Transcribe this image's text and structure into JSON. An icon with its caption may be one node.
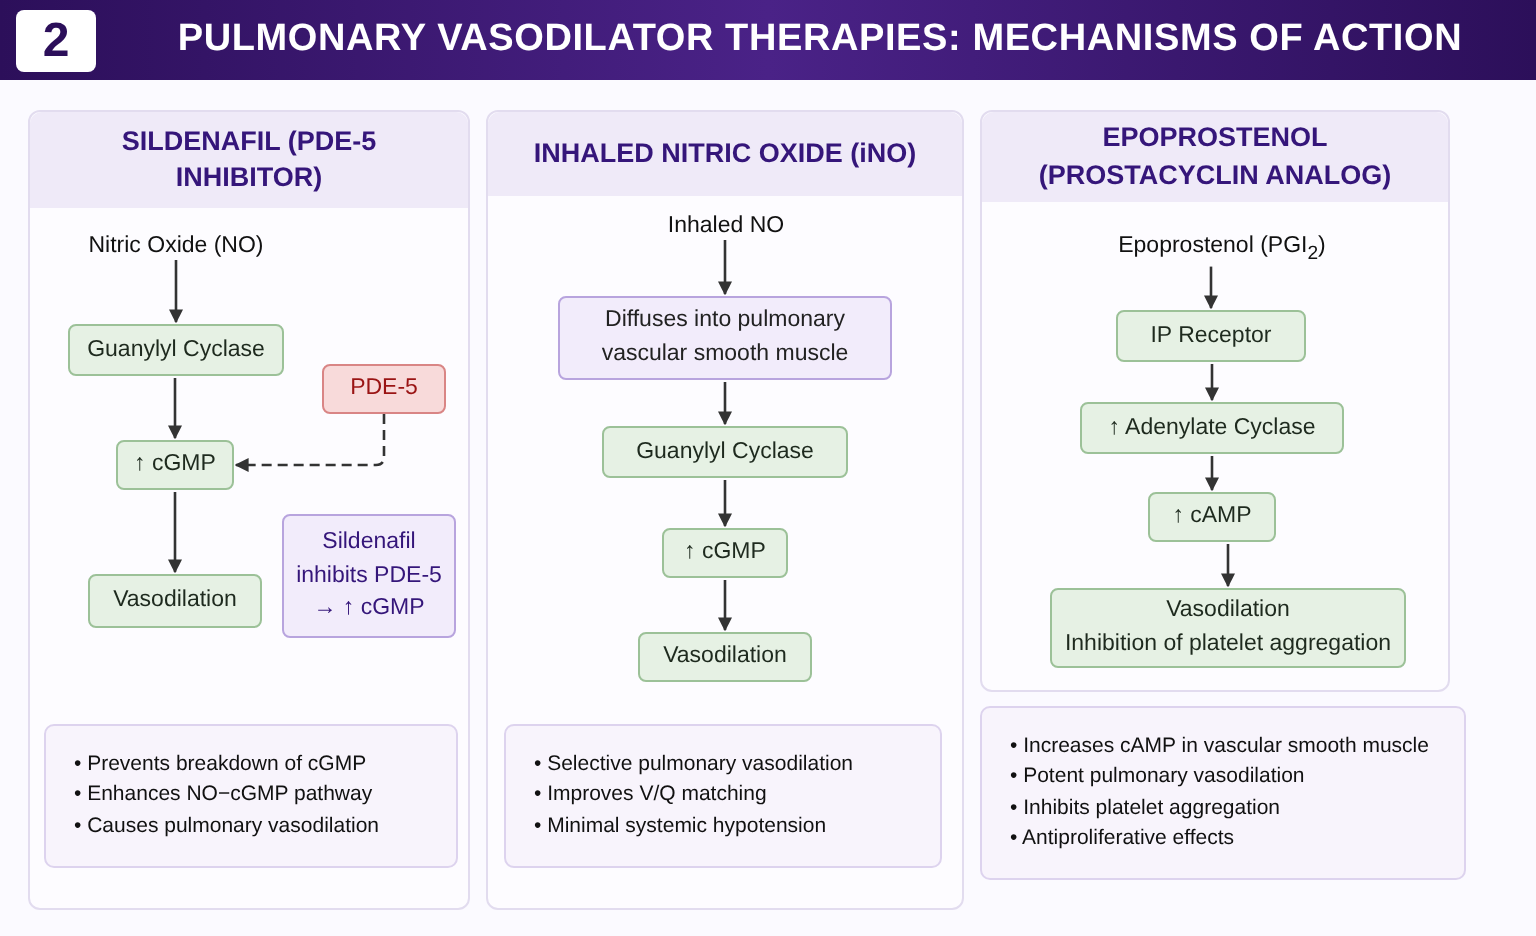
{
  "diagram": {
    "title": "PULMONARY VASODILATOR THERAPIES: MECHANISMS OF ACTION",
    "nodes": [
      {
        "text": [
          "2"
        ]
      },
      {
        "text": [
          "SILDENAFIL (PDE-5 INHIBITOR)"
        ]
      },
      {
        "text": [
          "Nitric Oxide (NO)"
        ],
        "in": 1
      },
      {
        "text": [
          "Guanylyl Cyclase"
        ],
        "in": 1
      },
      {
        "text": [
          "PDE-5"
        ],
        "in": 1
      },
      {
        "text": [
          "↑ cGMP"
        ],
        "in": 1
      },
      {
        "text": [
          "Sildenafil inhibits PDE-5 → ↑ cGMP"
        ],
        "in": 1
      },
      {
        "text": [
          "Vasodilation"
        ],
        "in": 1
      },
      {
        "text": [
          "• Prevents breakdown of cGMP",
          "• Enhances NO−cGMP pathway",
          "• Causes pulmonary vasodilation"
        ],
        "in": 1
      },
      {
        "text": [
          "INHALED NITRIC OXIDE (iNO)"
        ]
      },
      {
        "text": [
          "Inhaled NO"
        ],
        "in": 9
      },
      {
        "text": [
          "Diffuses into pulmonary vascular smooth muscle"
        ],
        "in": 9
      },
      {
        "text": [
          "Guanylyl Cyclase"
        ],
        "in": 9
      },
      {
        "text": [
          "↑ cGMP"
        ],
        "in": 9
      },
      {
        "text": [
          "Vasodilation"
        ],
        "in": 9
      },
      {
        "text": [
          "• Selective pulmonary vasodilation",
          "• Improves V/Q matching",
          "• Minimal systemic hypotension"
        ],
        "in": 9
      },
      {
        "text": [
          "EPOPROSTENOL (PROSTACYCLIN ANALOG)"
        ]
      },
      {
        "text": [
          "Epoprostenol (PGI$_{2}$)"
        ],
        "in": 16
      },
      {
        "text": [
          "IP Receptor"
        ],
        "in": 16
      },
      {
        "text": [
          "↑ Adenylate Cyclase"
        ],
        "in": 16
      },
      {
        "text": [
          "↑ cAMP"
        ],
        "in": 16
      },
      {
        "text": [
          "Vasodilation",
          "Inhibition of platelet aggregation"
        ],
        "in": 16
      },
      {
        "text": [
          "• Increases cAMP in vascular smooth muscle",
          "• Potent pulmonary vasodilation",
          "• Inhibits platelet aggregation",
          "• Antiproliferative effects"
        ]
      }
    ],
    "edges": [
      {
        "from": 2,
        "to": 3,
        "arrow": "to"
      },
      {
        "from": 3,
        "to": 5,
        "arrow": "to"
      },
      {
        "from": 4,
        "to": 5,
        "arrow": "to",
        "style": "dashed"
      },
      {
        "from": 5,
        "to": 7,
        "arrow": "to"
      },
      {
        "from": 10,
        "to": 11,
        "arrow": "to"
      },
      {
        "from": 11,
        "to": 12,
        "arrow": "to"
      },
      {
        "from": 12,
        "to": 13,
        "arrow": "to"
      },
      {
        "from": 13,
        "to": 14,
        "arrow": "to"
      },
      {
        "from": 17,
        "to": 18,
        "arrow": "to"
      },
      {
        "from": 18,
        "to": 19,
        "arrow": "to"
      },
      {
        "from": 19,
        "to": 20,
        "arrow": "to"
      },
      {
        "from": 20,
        "to": 21,
        "arrow": "to"
      }
    ]
  }
}
